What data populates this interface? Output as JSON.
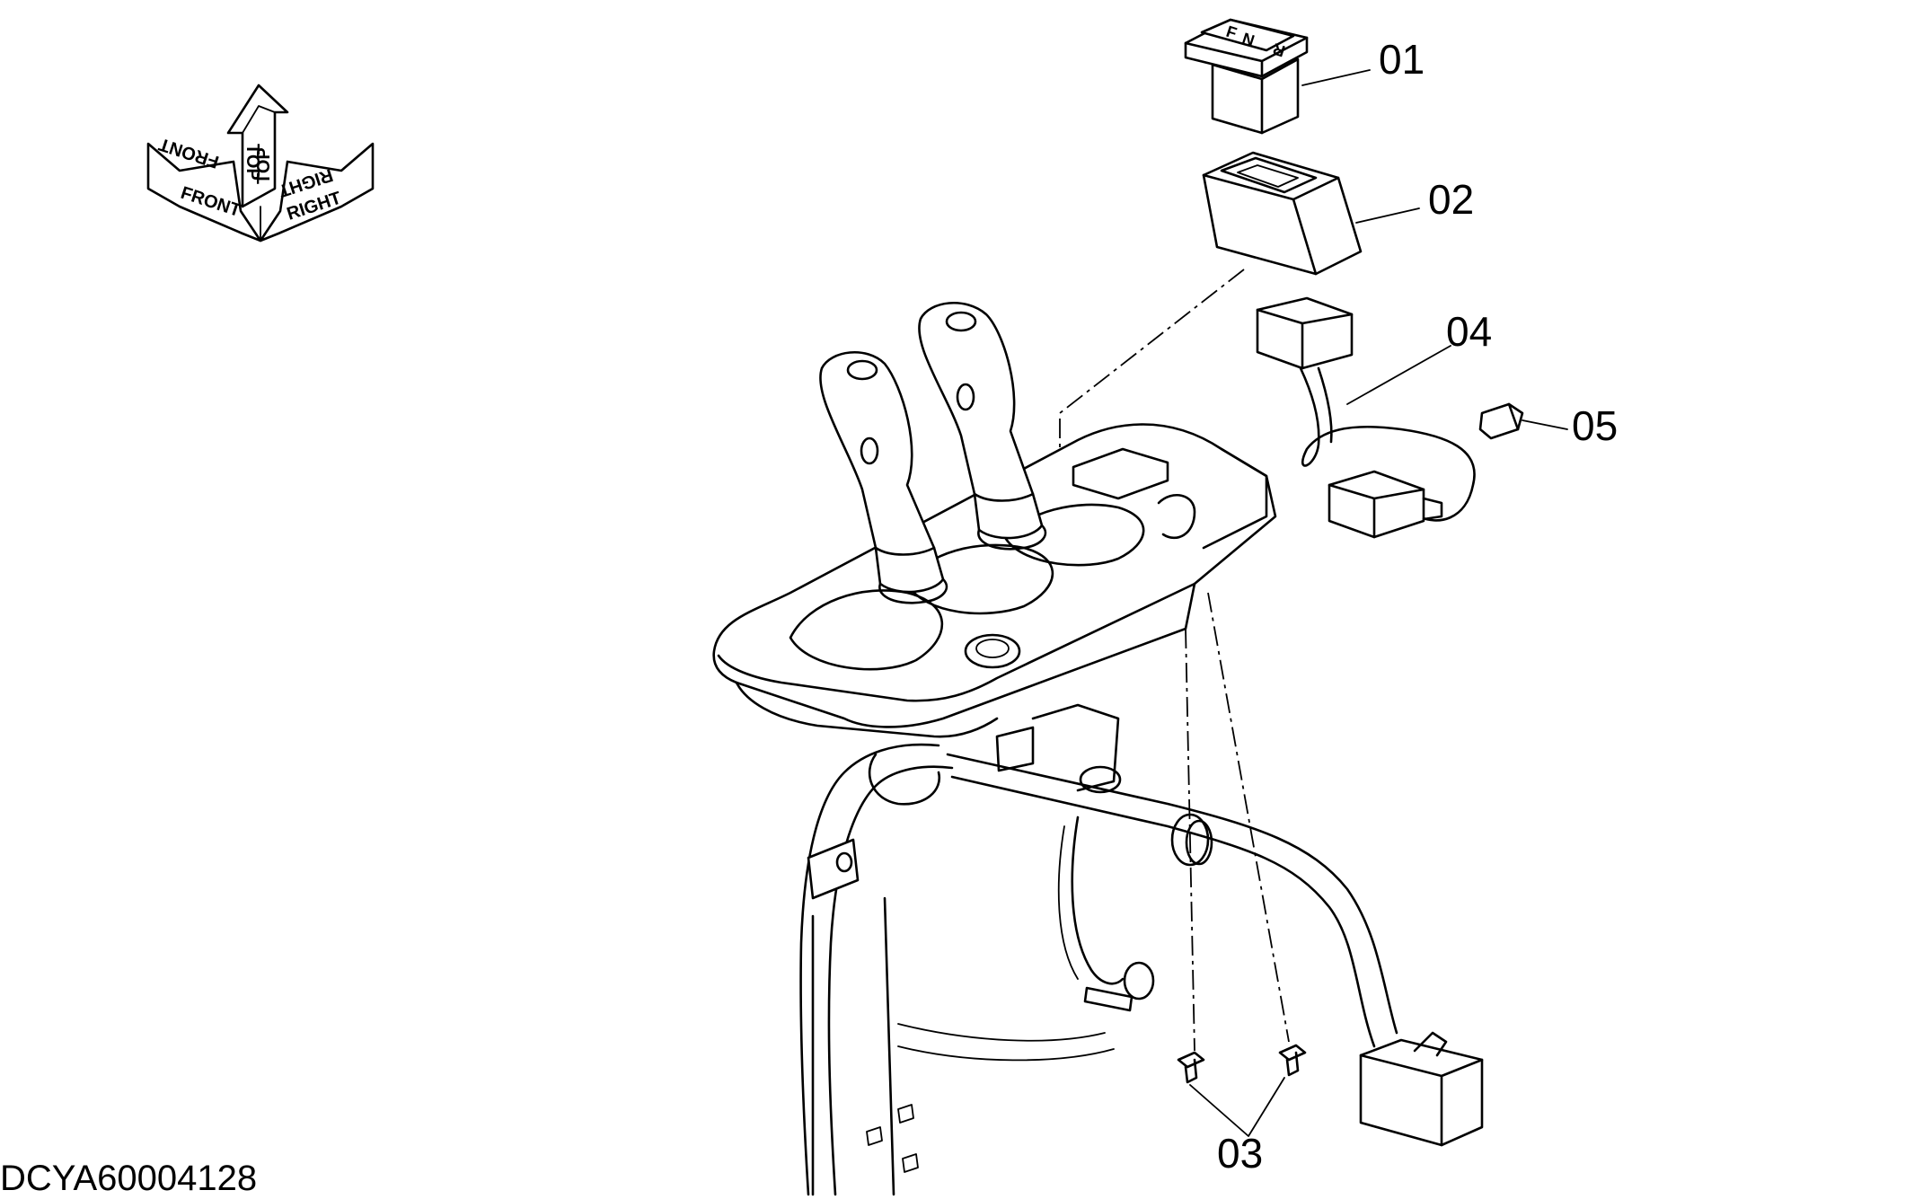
{
  "drawing_code": "DCYA60004128",
  "orientation": {
    "front": "FRONT",
    "top": "TOP",
    "right": "RIGHT"
  },
  "switch_legend": {
    "f": "F",
    "n": "N",
    "r": "R"
  },
  "callouts": [
    {
      "id": "01",
      "part": "switch"
    },
    {
      "id": "02",
      "part": "switch-cover"
    },
    {
      "id": "03",
      "part": "screw"
    },
    {
      "id": "04",
      "part": "harness"
    },
    {
      "id": "05",
      "part": "clip"
    }
  ]
}
